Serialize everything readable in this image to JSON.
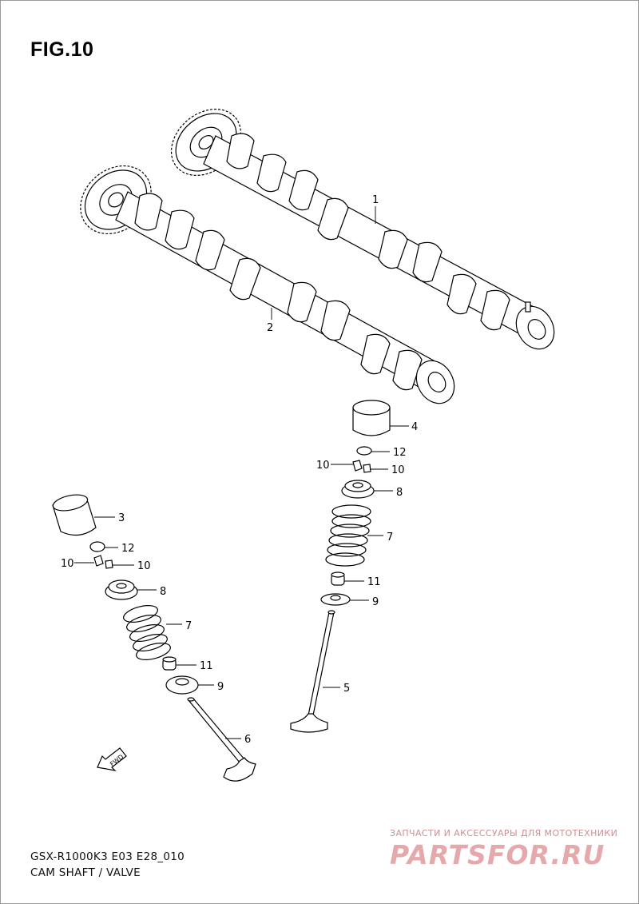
{
  "figure": {
    "title": "FIG.10"
  },
  "footer": {
    "model_code": "GSX-R1000K3 E03 E28_010",
    "section_name": "CAM SHAFT / VALVE"
  },
  "watermark": {
    "text": "ЗАПЧАСТИ И АКСЕССУАРЫ ДЛЯ МОТОТЕХНИКИ",
    "logo_text": "PARTSFOR.RU"
  },
  "callouts": {
    "camshaft_exhaust": "1",
    "camshaft_intake": "2",
    "tappet_left": "3",
    "tappet_right": "4",
    "valve_right": "5",
    "valve_left": "6",
    "spring_right": "7",
    "spring_left": "7",
    "retainer_right": "8",
    "retainer_left": "8",
    "seat_right": "9",
    "seat_left": "9",
    "cotter_right_a": "10",
    "cotter_right_b": "10",
    "cotter_left_a": "10",
    "cotter_left_b": "10",
    "seal_right": "11",
    "seal_left": "11",
    "shim_right": "12",
    "shim_left": "12"
  },
  "fwd_marker": "FWD",
  "colors": {
    "line": "#000000",
    "watermark": "#e6a9ab"
  }
}
